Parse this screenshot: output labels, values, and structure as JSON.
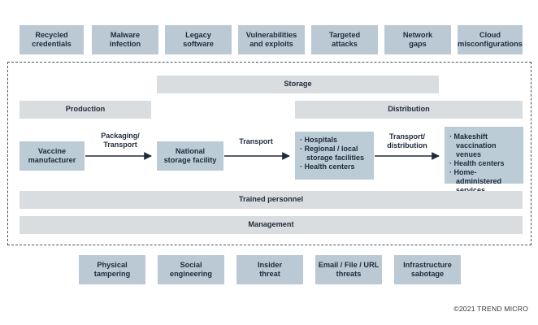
{
  "top_threats": [
    "Recycled\ncredentials",
    "Malware\ninfection",
    "Legacy\nsoftware",
    "Vulnerabilities\nand exploits",
    "Targeted\nattacks",
    "Network\ngaps",
    "Cloud\nmisconfigurations"
  ],
  "bottom_threats": [
    "Physical\ntampering",
    "Social\nengineering",
    "Insider\nthreat",
    "Email / File / URL\nthreats",
    "Infrastructure\nsabotage"
  ],
  "stages": {
    "storage": "Storage",
    "production": "Production",
    "distribution": "Distribution"
  },
  "nodes": {
    "vaccine_manufacturer": "Vaccine\nmanufacturer",
    "national_storage": "National\nstorage facility",
    "facilities": [
      "Hospitals",
      "Regional / local storage facilities",
      "Health centers"
    ],
    "venues": [
      "Makeshift vaccination venues",
      "Health centers",
      "Home-administered services"
    ]
  },
  "edges": {
    "packaging_transport": "Packaging/\nTransport",
    "transport": "Transport",
    "transport_distribution": "Transport/\ndistribution"
  },
  "bands": {
    "trained_personnel": "Trained personnel",
    "management": "Management"
  },
  "copyright": "©2021 TREND MICRO",
  "colors": {
    "threat_box": "#bac9d4",
    "stage_band": "#d9dde0",
    "node_box": "#bcccd6",
    "arrow": "#1f2a3a"
  }
}
